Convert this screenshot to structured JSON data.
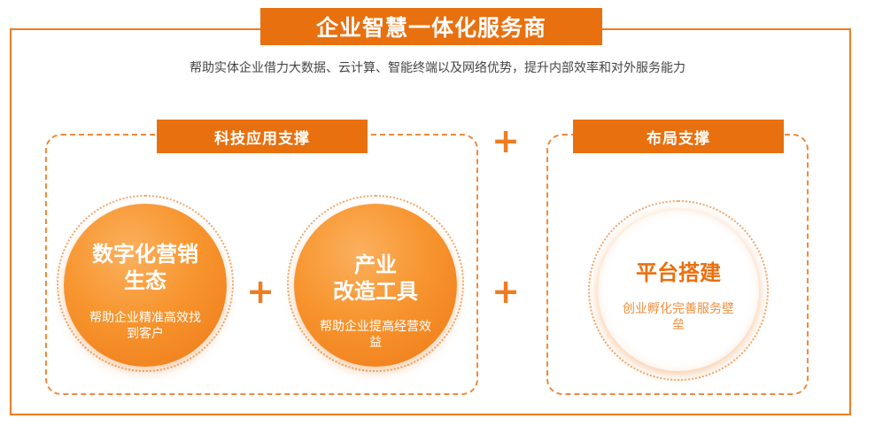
{
  "title": "企业智慧一体化服务商",
  "subtitle": "帮助实体企业借力大数据、云计算、智能终端以及网络优势，提升内部效率和对外服务能力",
  "left_panel": {
    "tag": "科技应用支撑",
    "items": [
      {
        "title_line1": "数字化营销",
        "title_line2": "生态",
        "desc_line1": "帮助企业精准高效找",
        "desc_line2": "到客户"
      },
      {
        "title_line1": "产业",
        "title_line2": "改造工具",
        "desc_line1": "帮助企业提高经营效",
        "desc_line2": "益"
      }
    ]
  },
  "right_panel": {
    "tag": "布局支撑",
    "item": {
      "title": "平台搭建",
      "desc_line1": "创业孵化完善服务壁",
      "desc_line2": "垒"
    }
  },
  "plus_symbol": "+",
  "colors": {
    "accent": "#e8700f",
    "accent_light": "#f7952f"
  }
}
